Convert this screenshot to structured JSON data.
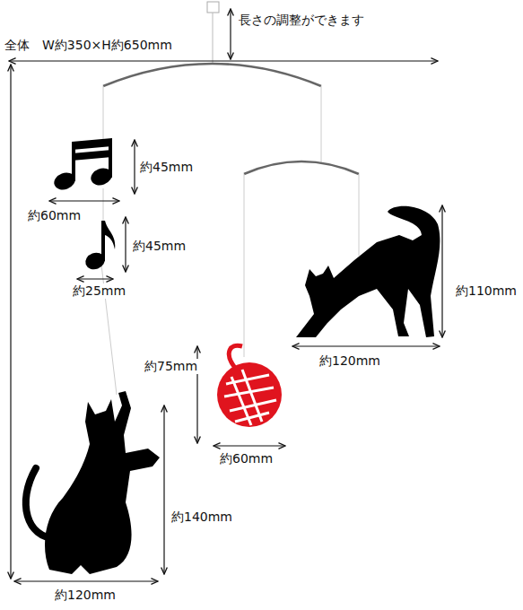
{
  "diagram": {
    "labels": [
      "長さの調整ができます",
      "全体　W約350×H約650mm",
      "約45mm",
      "約60mm",
      "約45mm",
      "約25mm",
      "約110mm",
      "約120mm",
      "約75mm",
      "約60mm",
      "約140mm",
      "約120mm"
    ]
  }
}
